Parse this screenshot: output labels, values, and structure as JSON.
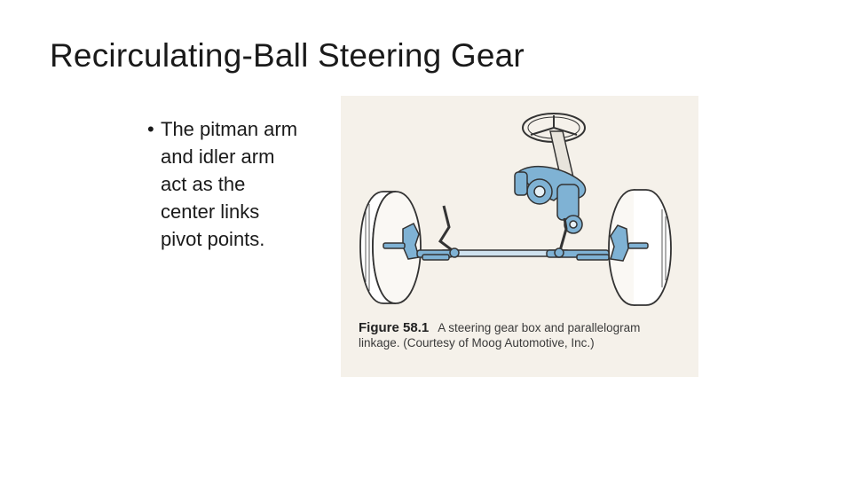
{
  "slide": {
    "title": "Recirculating-Ball Steering Gear",
    "bullets": [
      "The pitman arm and idler arm act as the center links pivot points."
    ]
  },
  "figure": {
    "number_label": "Figure 58.1",
    "caption_line1": "A steering gear box and parallelogram",
    "caption_line2": "linkage. (Courtesy of Moog Automotive, Inc.)"
  },
  "colors": {
    "accent_blue": "#7fb2d4",
    "figure_background": "#f5f1ea"
  }
}
